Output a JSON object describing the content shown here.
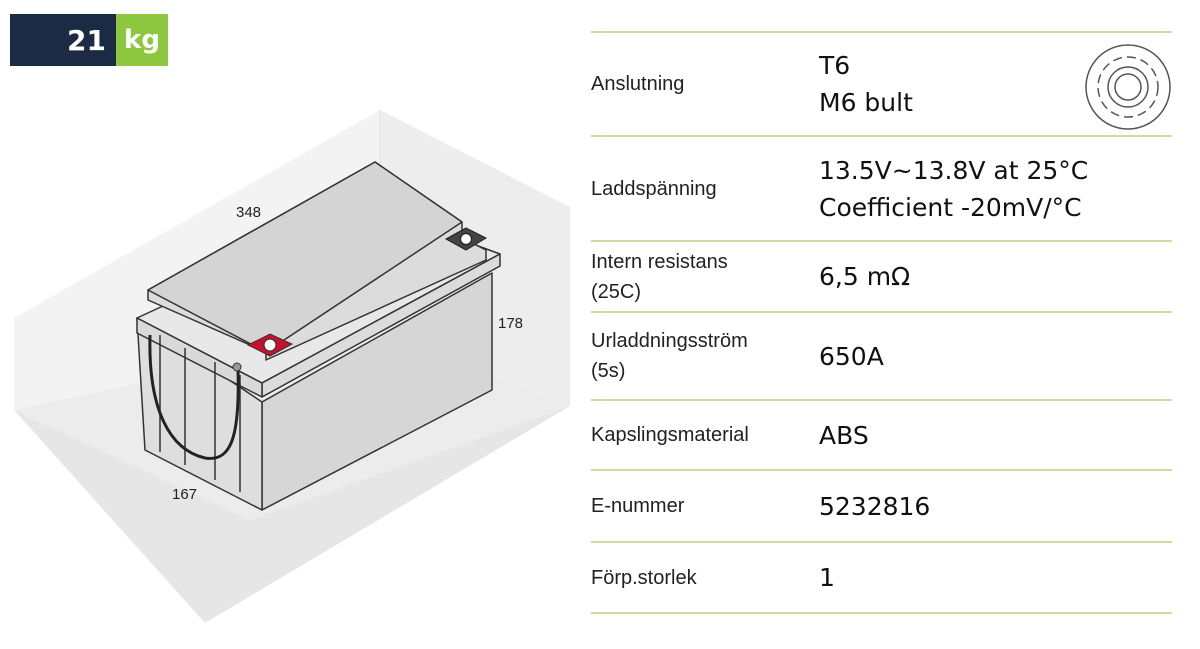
{
  "weight": {
    "number": "21",
    "unit": "kg"
  },
  "dimensions": {
    "length": "348",
    "height": "178",
    "width": "167"
  },
  "specs": [
    {
      "label": "Anslutning",
      "values": [
        "T6",
        "M6 bult"
      ],
      "icon": "terminal-bolt-icon"
    },
    {
      "label": "Laddspänning",
      "values": [
        "13.5V~13.8V at 25°C",
        "Coefficient -20mV/°C"
      ]
    },
    {
      "label": "Intern resistans",
      "label2": "(25C)",
      "values": [
        "6,5 mΩ"
      ]
    },
    {
      "label": "Urladdningsström",
      "label2": "(5s)",
      "values": [
        "650A"
      ]
    },
    {
      "label": "Kapslingsmaterial",
      "values": [
        "ABS"
      ]
    },
    {
      "label": "E-nummer",
      "values": [
        "5232816"
      ]
    },
    {
      "label": "Förp.storlek",
      "values": [
        "1"
      ]
    }
  ],
  "colors": {
    "navy": "#1b2b45",
    "green": "#8dc63f",
    "divider": "#c9dfa0",
    "terminal": "#c8102e"
  }
}
